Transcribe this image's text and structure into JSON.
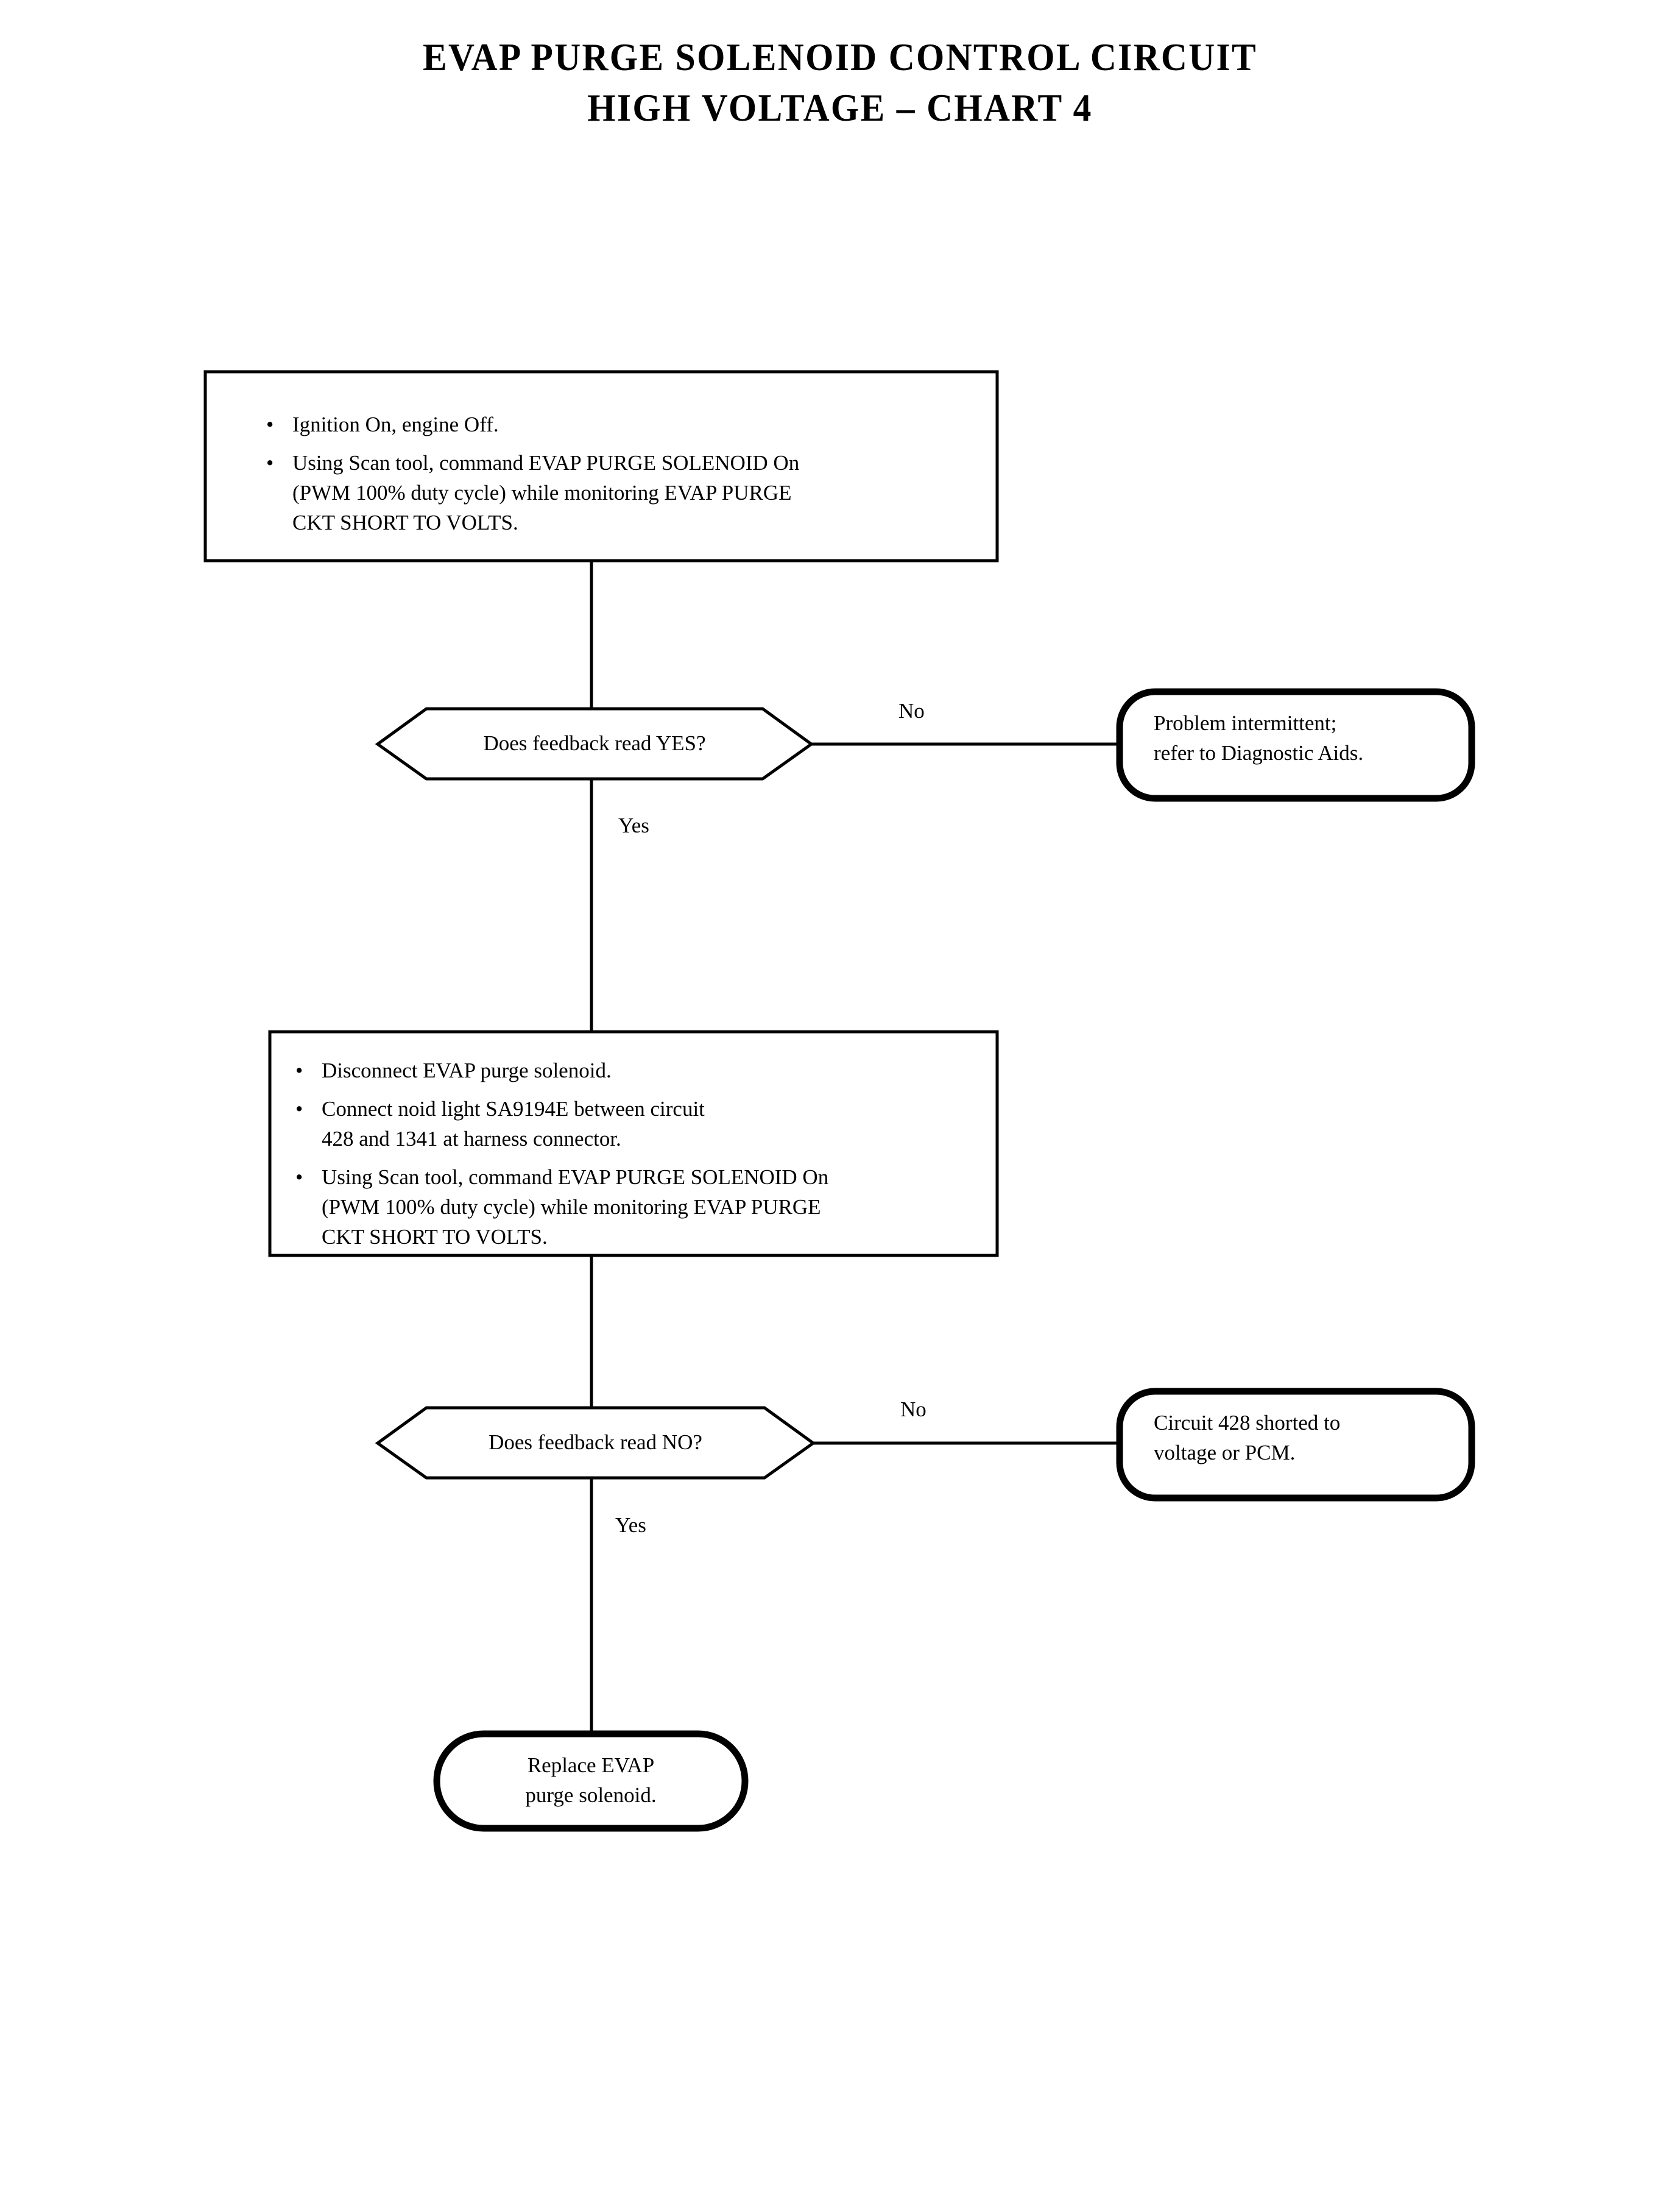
{
  "document": {
    "title_line_1": "EVAP PURGE SOLENOID CONTROL CIRCUIT",
    "title_line_2": "HIGH VOLTAGE – CHART 4",
    "chart_number": "4"
  },
  "flowchart": {
    "type": "diagnostic-flowchart",
    "bullet_glyph": "•",
    "steps": [
      {
        "id": "step-1",
        "shape": "process-rectangle",
        "bullets": [
          "Ignition On, engine Off.",
          "Using Scan tool, command EVAP PURGE SOLENOID On\n(PWM 100% duty cycle) while monitoring EVAP PURGE\nCKT SHORT TO VOLTS."
        ]
      },
      {
        "id": "step-2",
        "shape": "process-rectangle",
        "bullets": [
          "Disconnect EVAP purge solenoid.",
          "Connect noid light SA9194E between circuit\n428 and 1341 at harness connector.",
          "Using Scan tool, command EVAP PURGE SOLENOID On\n(PWM 100% duty cycle) while monitoring EVAP PURGE\nCKT SHORT TO VOLTS."
        ]
      }
    ],
    "decisions": [
      {
        "id": "decision-1",
        "shape": "hexagon",
        "question": "Does feedback read YES?",
        "no_label": "No",
        "yes_label": "Yes"
      },
      {
        "id": "decision-2",
        "shape": "hexagon",
        "question": "Does feedback read NO?",
        "no_label": "No",
        "yes_label": "Yes"
      }
    ],
    "terminals": [
      {
        "id": "terminal-1",
        "shape": "rounded-rectangle",
        "text": "Problem intermittent;\nrefer to Diagnostic Aids."
      },
      {
        "id": "terminal-2",
        "shape": "rounded-rectangle",
        "text": "Circuit 428 shorted to\nvoltage or PCM."
      },
      {
        "id": "terminal-3",
        "shape": "stadium",
        "text": "Replace EVAP\npurge solenoid."
      }
    ]
  },
  "colors": {
    "ink": "#000000",
    "paper": "#ffffff"
  }
}
